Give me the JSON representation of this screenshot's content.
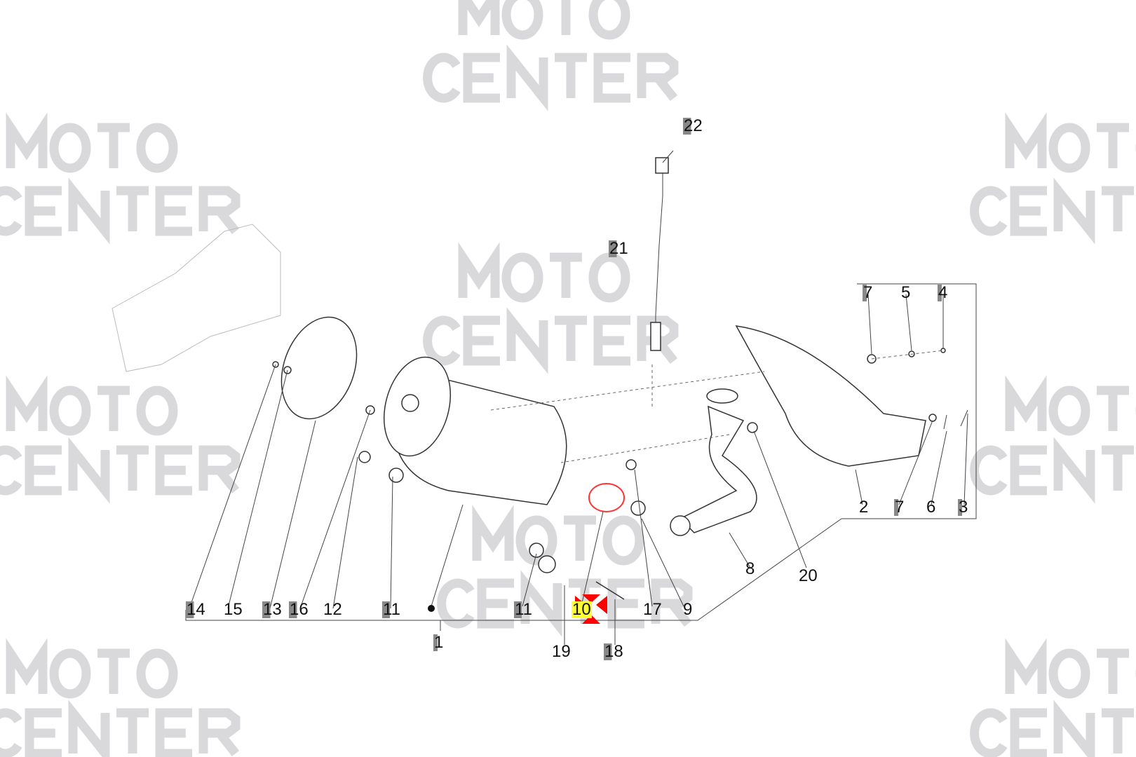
{
  "watermark": {
    "line1": "MOTO",
    "line2": "CENTER"
  },
  "labels": [
    {
      "id": "22",
      "text": "22"
    },
    {
      "id": "21",
      "text": "21"
    },
    {
      "id": "7a",
      "text": "7"
    },
    {
      "id": "5",
      "text": "5"
    },
    {
      "id": "4",
      "text": "4"
    },
    {
      "id": "2",
      "text": "2"
    },
    {
      "id": "7b",
      "text": "7"
    },
    {
      "id": "6",
      "text": "6"
    },
    {
      "id": "3",
      "text": "3"
    },
    {
      "id": "8",
      "text": "8"
    },
    {
      "id": "20",
      "text": "20"
    },
    {
      "id": "14",
      "text": "14"
    },
    {
      "id": "15",
      "text": "15"
    },
    {
      "id": "13",
      "text": "13"
    },
    {
      "id": "16",
      "text": "16"
    },
    {
      "id": "12",
      "text": "12"
    },
    {
      "id": "11a",
      "text": "11"
    },
    {
      "id": "11b",
      "text": "11"
    },
    {
      "id": "10",
      "text": "10"
    },
    {
      "id": "17",
      "text": "17"
    },
    {
      "id": "9",
      "text": "9"
    },
    {
      "id": "1",
      "text": "1"
    },
    {
      "id": "19",
      "text": "19"
    },
    {
      "id": "18",
      "text": "18"
    }
  ],
  "selected_part": "10",
  "colors": {
    "highlight": "#ffff33",
    "marker": "#ff0000",
    "selected_outline": "#ff3333"
  }
}
